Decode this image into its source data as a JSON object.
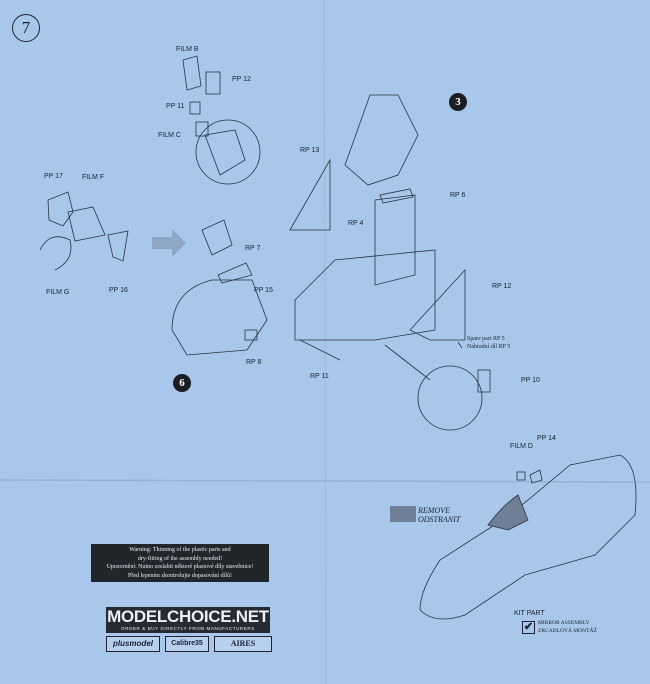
{
  "step_number": "7",
  "sub_steps": {
    "seat": "3",
    "cockpit": "6"
  },
  "labels": {
    "film_b": "FILM B",
    "pp12": "PP 12",
    "pp11": "PP 11",
    "film_c": "FILM C",
    "pp17": "PP 17",
    "film_f": "FILM  F",
    "film_g": "FILM G",
    "pp16": "PP 16",
    "rp7": "RP 7",
    "pp15": "PP 15",
    "rp8": "RP 8",
    "rp13": "RP 13",
    "rp6": "RP 6",
    "rp4": "RP 4",
    "rp12": "RP 12",
    "rp11": "RP 11",
    "spare_en": "Spare part RP 5",
    "spare_cz": "Náhradní díl RP 5",
    "pp10": "PP 10",
    "film_d": "FILM D",
    "pp14": "PP 14",
    "kit_part": "KIT PART"
  },
  "legend": {
    "remove_en": "REMOVE",
    "remove_cz": "ODSTRANIT",
    "mirror_en": "MIRROR  ASSEMBLY",
    "mirror_cz": "ZRCADLOVÁ MONTÁŽ",
    "check_glyph": "✔"
  },
  "warning": {
    "line1": "Warning: Thinning of the plastic parts and",
    "line2": "dry-fitting of the assembly needed!",
    "line3": "Upozornění: Nutno zeslabit některé plastové díly stavebnice!",
    "line4": "Před lepením zkontrolujte dopasování dílů!"
  },
  "branding": {
    "title": "MODELCHOICE.NET",
    "subtitle": "ORDER & BUY DIRECTLY FROM MANUFACTURERS",
    "logos": [
      "plusmodel",
      "Calibre35",
      "AIRES"
    ]
  },
  "colors": {
    "paper": "#a8c7ea",
    "ink": "#1a2233",
    "remove": "#6e7f96"
  }
}
